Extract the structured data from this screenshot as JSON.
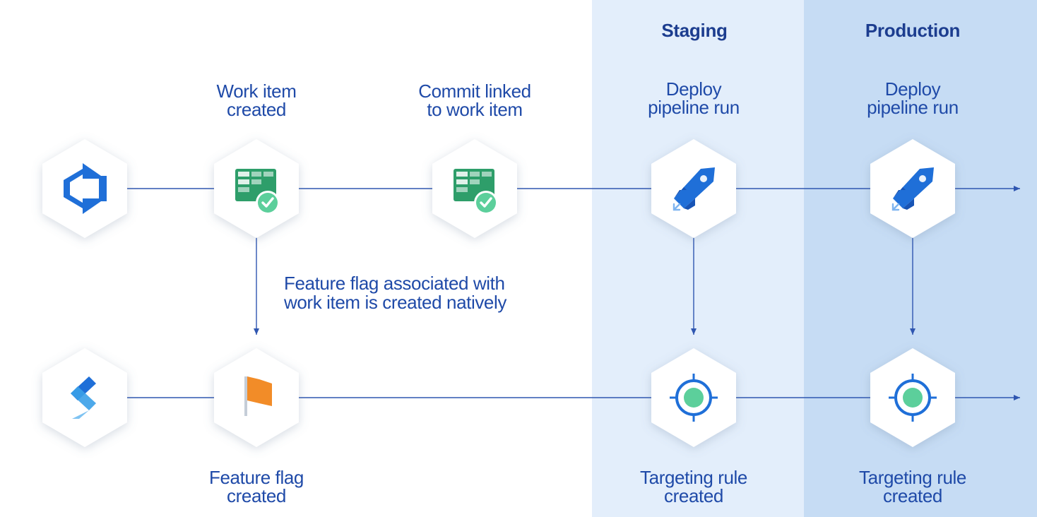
{
  "columns": {
    "staging_title": "Staging",
    "production_title": "Production"
  },
  "labels": {
    "work_item_created": [
      "Work item",
      "created"
    ],
    "commit_linked": [
      "Commit linked",
      "to work item"
    ],
    "deploy_staging": [
      "Deploy",
      "pipeline run"
    ],
    "deploy_production": [
      "Deploy",
      "pipeline run"
    ],
    "feature_flag_created": [
      "Feature flag",
      "created"
    ],
    "targeting_staging": [
      "Targeting rule",
      "created"
    ],
    "targeting_production": [
      "Targeting rule",
      "created"
    ]
  },
  "annotation": [
    "Feature flag associated with",
    "work item is created natively"
  ],
  "icons": {
    "row1": [
      "azure-devops-icon",
      "boards-work-item-icon",
      "boards-work-item-icon",
      "pipelines-rocket-icon",
      "pipelines-rocket-icon"
    ],
    "row2": [
      "split-logo-icon",
      "feature-flag-icon",
      "target-icon",
      "target-icon"
    ]
  },
  "colors": {
    "staging_band": "#e3eefb",
    "production_band": "#c6dcf4",
    "heading": "#1c3d8f",
    "label_text": "#1f4aa8",
    "connector": "#2f56b0",
    "boards_green": "#2e9e6a",
    "check_green": "#5ccf9b",
    "flag_orange": "#f28c28",
    "azure_blue": "#1f6fd8"
  }
}
